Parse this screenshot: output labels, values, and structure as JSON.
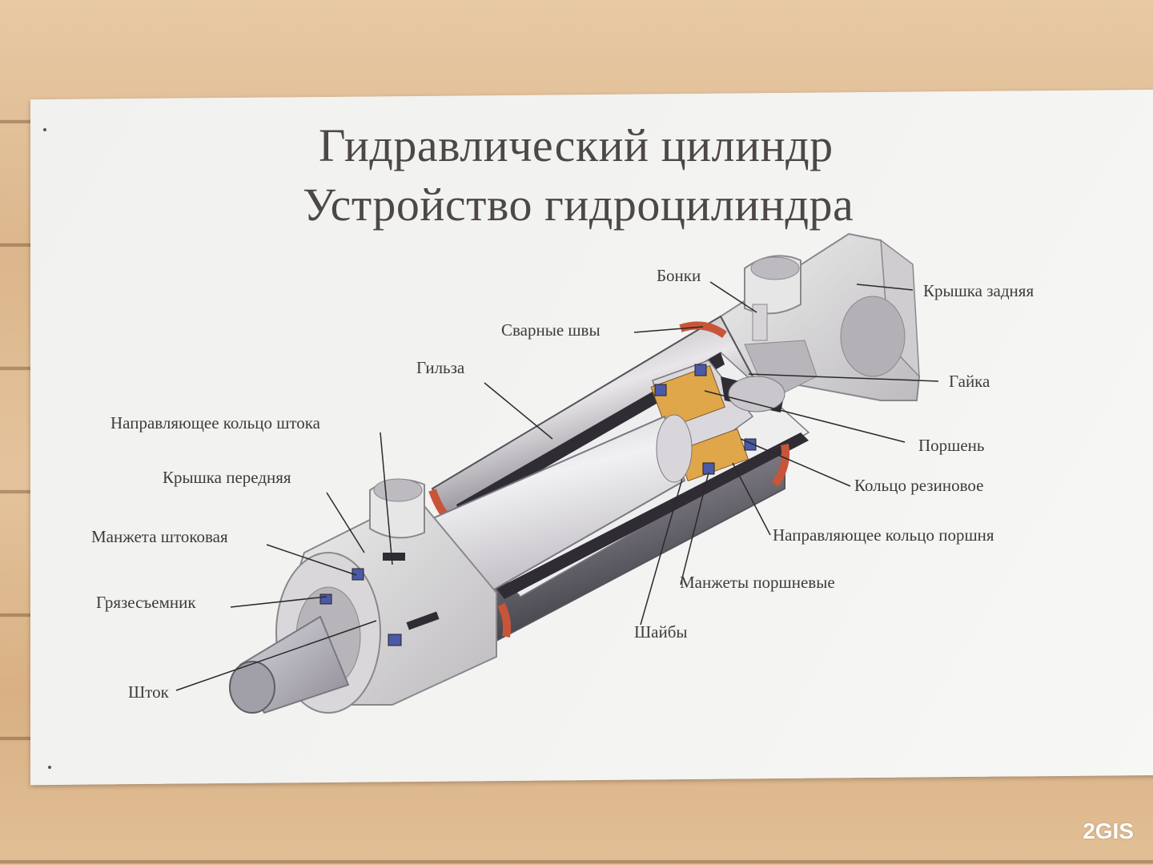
{
  "poster": {
    "title_line1": "Гидравлический цилиндр",
    "title_line2": "Устройство гидроцилиндра"
  },
  "labels": {
    "bonki": "Бонки",
    "kryshka_zadnyaya": "Крышка задняя",
    "svarnye_shvy": "Сварные швы",
    "gilza": "Гильза",
    "gayka": "Гайка",
    "napravl_koltso_shtoka": "Направляющее кольцо штока",
    "porshen": "Поршень",
    "koltso_rezinovoe": "Кольцо резиновое",
    "kryshka_perednyaya": "Крышка передняя",
    "napravl_koltso_porshnya": "Направляющее кольцо поршня",
    "manzheta_shtokovaya": "Манжета штоковая",
    "manzhety_porshnevye": "Манжеты поршневые",
    "gryazesemnik": "Грязесъемник",
    "shayby": "Шайбы",
    "shtok": "Шток"
  },
  "watermark": "2GIS",
  "colors": {
    "weld": "#c8553a",
    "seal": "#4a5aa8",
    "guide_ring": "#e0a64a",
    "metal_light": "#d9d6d6",
    "metal_dark": "#55525a"
  }
}
